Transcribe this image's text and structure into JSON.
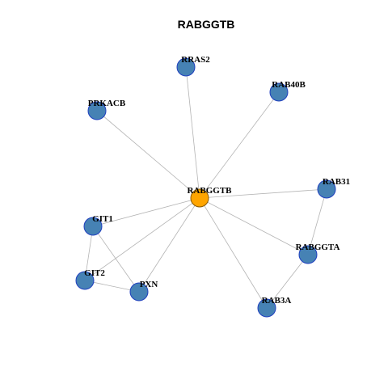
{
  "title": "RABGGTB",
  "colors": {
    "center_fill": "#ffa500",
    "center_stroke": "#8a5a00",
    "node_fill": "#4682b4",
    "node_stroke": "#1f3fbf",
    "edge": "#b3b3b3"
  },
  "nodes": [
    {
      "id": "RABGGTB",
      "label": "RABGGTB",
      "role": "center"
    },
    {
      "id": "RRAS2",
      "label": "RRAS2",
      "role": "neighbor"
    },
    {
      "id": "RAB40B",
      "label": "RAB40B",
      "role": "neighbor"
    },
    {
      "id": "PRKACB",
      "label": "PRKACB",
      "role": "neighbor"
    },
    {
      "id": "RAB31",
      "label": "RAB31",
      "role": "neighbor"
    },
    {
      "id": "GIT1",
      "label": "GIT1",
      "role": "neighbor"
    },
    {
      "id": "RABGGTA",
      "label": "RABGGTA",
      "role": "neighbor"
    },
    {
      "id": "GIT2",
      "label": "GIT2",
      "role": "neighbor"
    },
    {
      "id": "PXN",
      "label": "PXN",
      "role": "neighbor"
    },
    {
      "id": "RAB3A",
      "label": "RAB3A",
      "role": "neighbor"
    }
  ],
  "edges": [
    [
      "RABGGTB",
      "RRAS2"
    ],
    [
      "RABGGTB",
      "RAB40B"
    ],
    [
      "RABGGTB",
      "PRKACB"
    ],
    [
      "RABGGTB",
      "RAB31"
    ],
    [
      "RABGGTB",
      "GIT1"
    ],
    [
      "RABGGTB",
      "RABGGTA"
    ],
    [
      "RABGGTB",
      "GIT2"
    ],
    [
      "RABGGTB",
      "PXN"
    ],
    [
      "RABGGTB",
      "RAB3A"
    ],
    [
      "RAB31",
      "RABGGTA"
    ],
    [
      "RABGGTA",
      "RAB3A"
    ],
    [
      "GIT1",
      "GIT2"
    ],
    [
      "GIT1",
      "PXN"
    ],
    [
      "GIT2",
      "PXN"
    ]
  ]
}
